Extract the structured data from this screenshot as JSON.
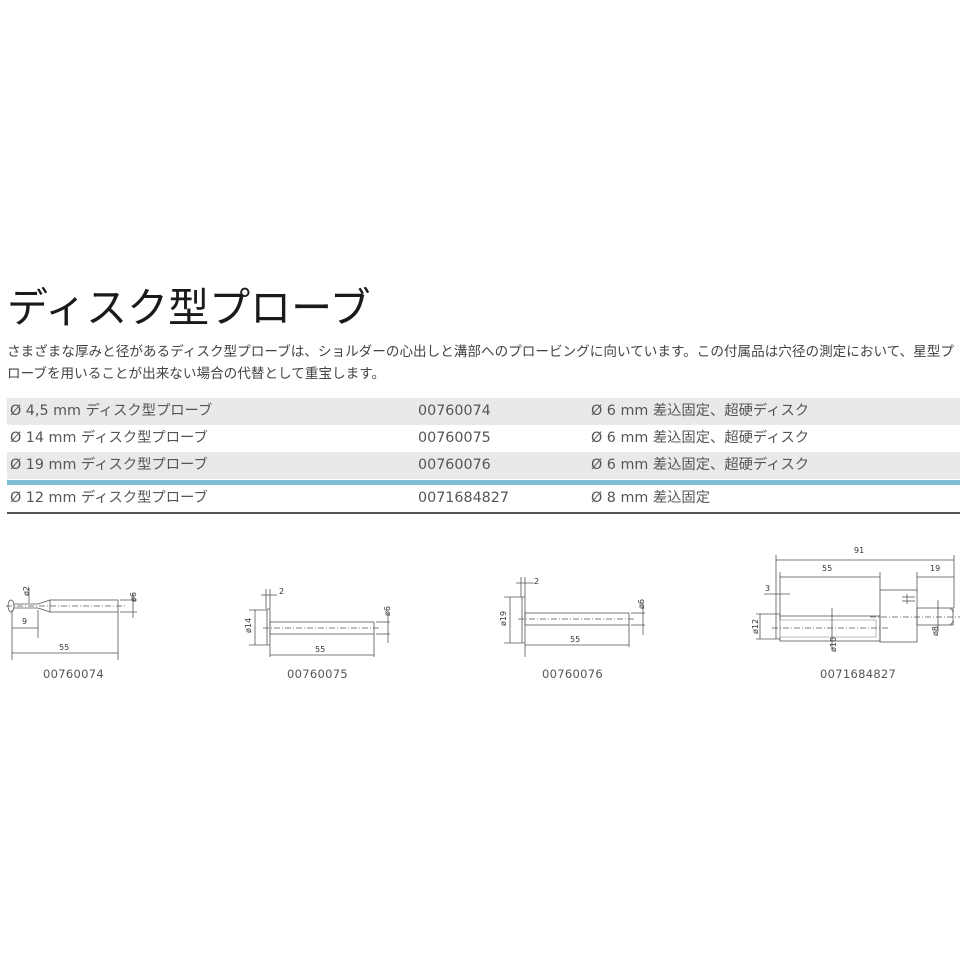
{
  "page": {
    "title": "ディスク型プローブ",
    "description": "さまざまな厚みと径があるディスク型プローブは、ショルダーの心出しと溝部へのプロービングに向いています。この付属品は穴径の測定において、星型プローブを用いることが出来ない場合の代替として重宝します。"
  },
  "colors": {
    "row_alt": "#e9e9e9",
    "separator_accent": "#7fbfd4",
    "bottom_rule": "#555555",
    "title_text": "#1a1a1a",
    "body_text": "#555555"
  },
  "table": {
    "rows": [
      {
        "name": "Ø 4,5 mm ディスク型プローブ",
        "part_no": "00760074",
        "spec": "Ø 6 mm 差込固定、超硬ディスク"
      },
      {
        "name": "Ø 14 mm ディスク型プローブ",
        "part_no": "00760075",
        "spec": "Ø 6 mm 差込固定、超硬ディスク"
      },
      {
        "name": "Ø 19 mm ディスク型プローブ",
        "part_no": "00760076",
        "spec": "Ø 6 mm 差込固定、超硬ディスク"
      },
      {
        "name": "Ø 12 mm ディスク型プローブ",
        "part_no": "0071684827",
        "spec": "Ø 8 mm 差込固定"
      }
    ]
  },
  "drawings": [
    {
      "caption": "00760074",
      "dims": {
        "tip_dia": "ø2",
        "step_len": "9",
        "total_len": "55",
        "shank_dia": "ø6"
      }
    },
    {
      "caption": "00760075",
      "dims": {
        "disc_thk": "2",
        "disc_dia": "ø14",
        "total_len": "55",
        "shank_dia": "ø6"
      }
    },
    {
      "caption": "00760076",
      "dims": {
        "disc_thk": "2",
        "disc_dia": "ø19",
        "total_len": "55",
        "shank_dia": "ø6"
      }
    },
    {
      "caption": "0071684827",
      "dims": {
        "overall_len": "91",
        "stem_len": "55",
        "shank_len": "19",
        "disc_thk": "3",
        "disc_dia": "ø12",
        "stem_dia": "ø10",
        "shank_dia": "ø8"
      }
    }
  ]
}
